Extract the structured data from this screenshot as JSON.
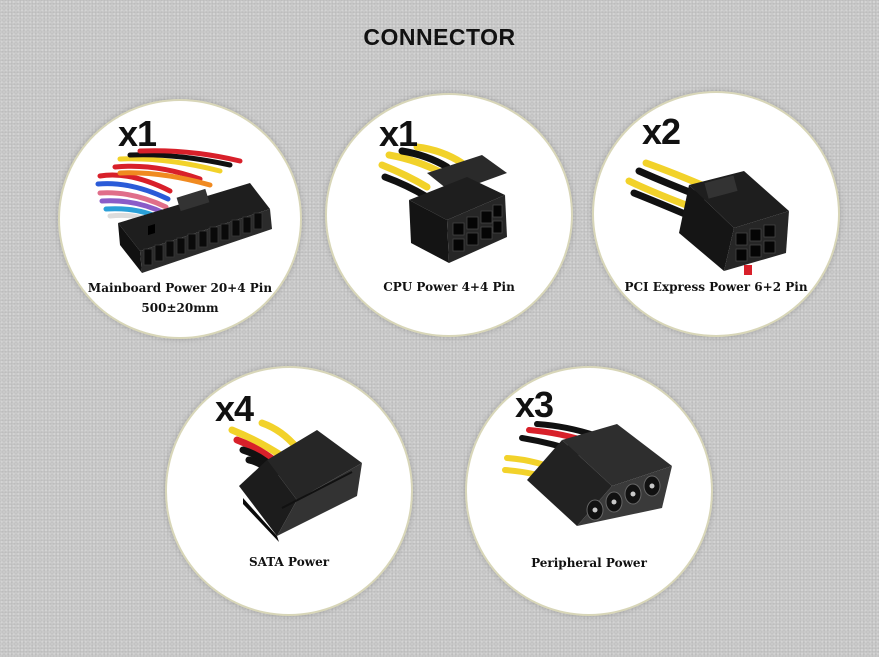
{
  "title": "CONNECTOR",
  "connectors": [
    {
      "quantity": "x1",
      "label": "Mainboard Power 20+4 Pin",
      "sublabel": "500±20mm",
      "icon": "atx-24pin-connector-icon"
    },
    {
      "quantity": "x1",
      "label": "CPU Power 4+4 Pin",
      "icon": "cpu-8pin-connector-icon"
    },
    {
      "quantity": "x2",
      "label": "PCI Express Power 6+2 Pin",
      "icon": "pcie-8pin-connector-icon"
    },
    {
      "quantity": "x4",
      "label": "SATA Power",
      "icon": "sata-power-connector-icon"
    },
    {
      "quantity": "x3",
      "label": "Peripheral Power",
      "icon": "molex-connector-icon"
    }
  ],
  "colors": {
    "background": "#c9c9c9",
    "circle_border": "#d8d6b8",
    "connector_body": "#1e1e1e",
    "wire_yellow": "#f2d22a",
    "wire_red": "#d8202a",
    "wire_black": "#111111"
  }
}
